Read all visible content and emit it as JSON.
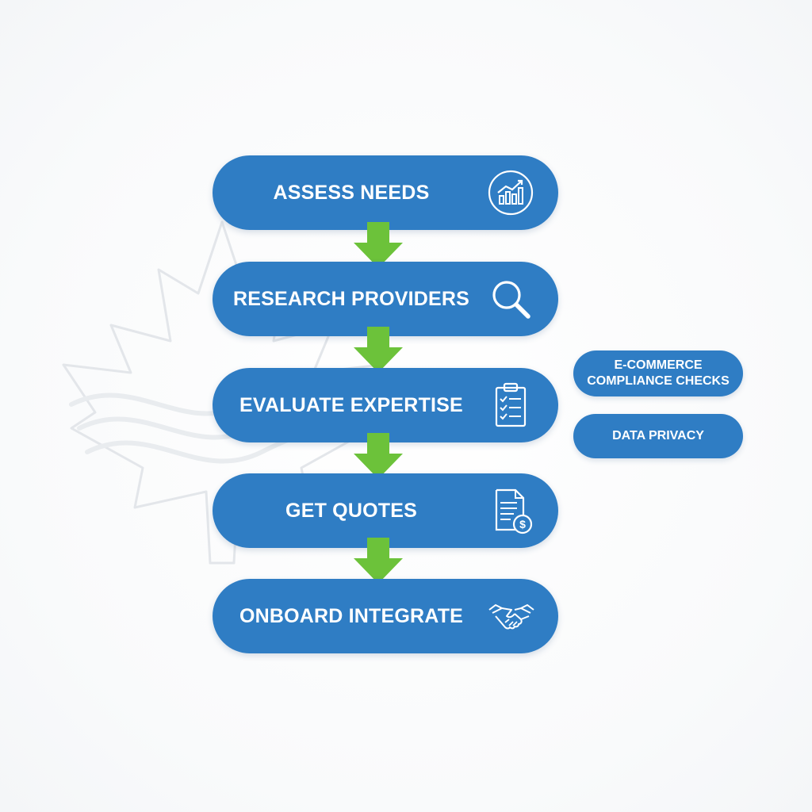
{
  "flow": {
    "steps": [
      {
        "label": "ASSESS NEEDS",
        "icon": "chart-growth-icon"
      },
      {
        "label": "RESEARCH PROVIDERS",
        "icon": "magnifier-icon"
      },
      {
        "label": "EVALUATE EXPERTISE",
        "icon": "clipboard-checklist-icon"
      },
      {
        "label": "GET QUOTES",
        "icon": "invoice-dollar-icon"
      },
      {
        "label": "ONBOARD INTEGRATE",
        "icon": "handshake-icon"
      }
    ]
  },
  "side_notes": {
    "compliance_line1": "E-COMMERCE",
    "compliance_line2": "COMPLIANCE CHECKS",
    "privacy": "DATA PRIVACY"
  },
  "colors": {
    "pill_blue": "#2f7dc4",
    "arrow_green": "#6cc23a",
    "watermark": "#e6e9ec",
    "text": "#ffffff"
  },
  "watermark_icon": "maple-leaf-wave-icon"
}
